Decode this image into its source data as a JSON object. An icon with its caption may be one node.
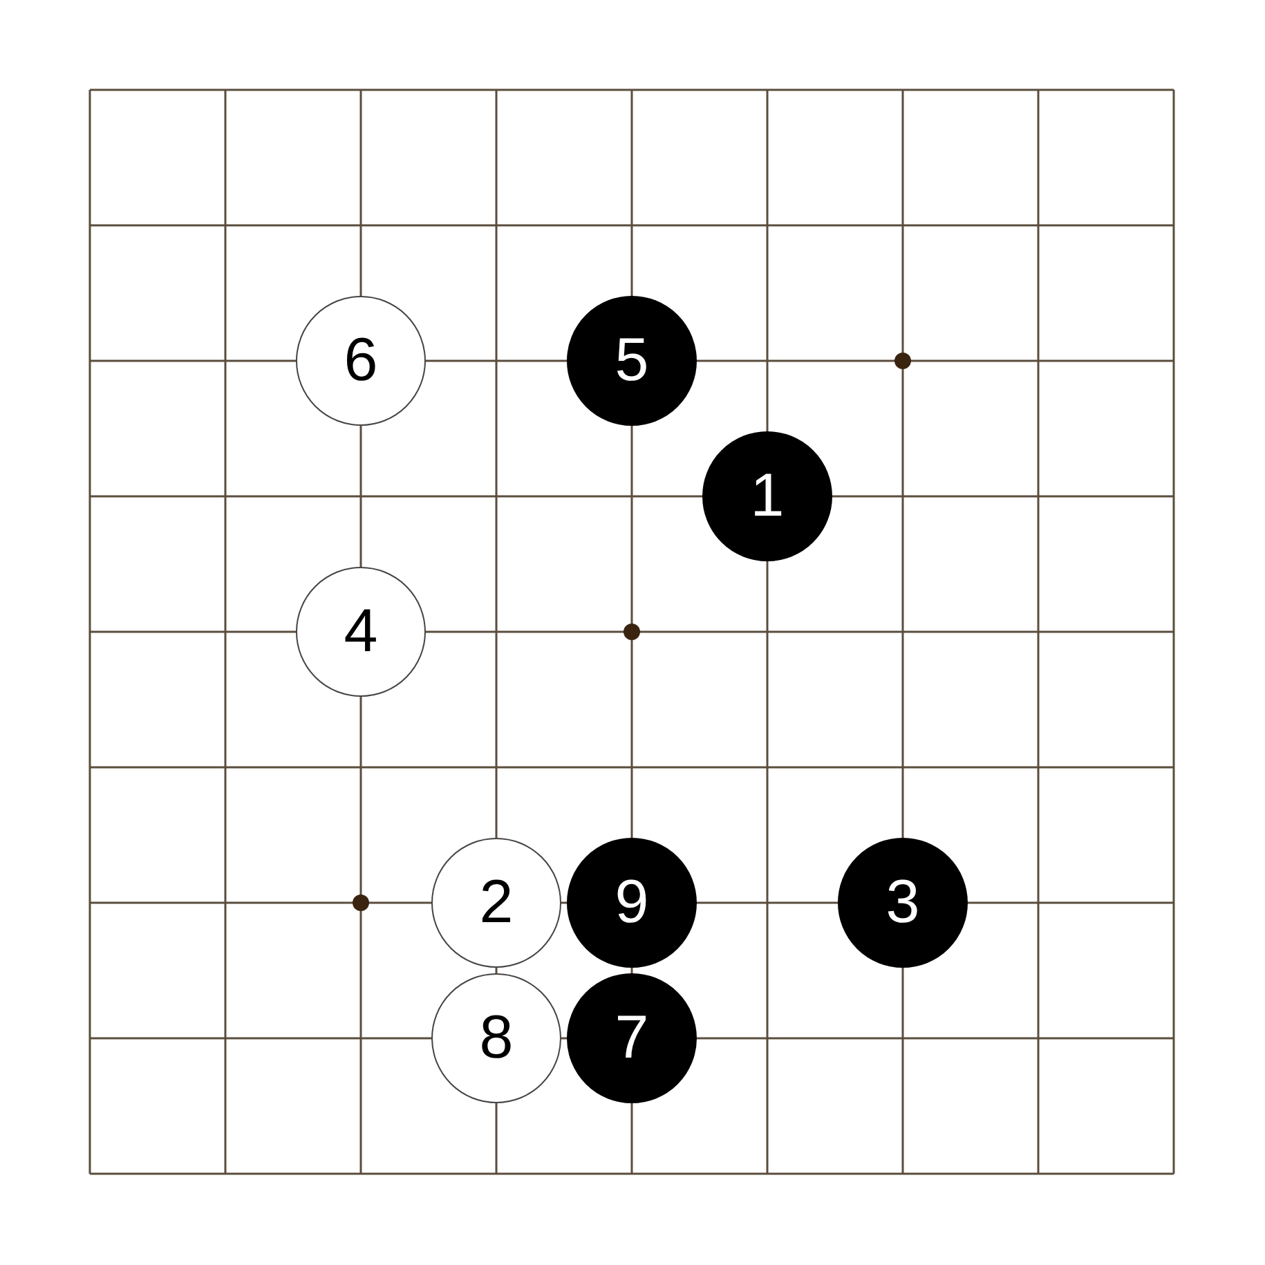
{
  "diagram": {
    "nodes": [
      {
        "text": [
          "6"
        ]
      },
      {
        "text": [
          "5"
        ]
      },
      {
        "text": [
          "1"
        ]
      },
      {
        "text": [
          "4"
        ]
      },
      {
        "text": [
          "2"
        ]
      },
      {
        "text": [
          "9"
        ]
      },
      {
        "text": [
          "3"
        ]
      },
      {
        "text": [
          "8"
        ]
      },
      {
        "text": [
          "7"
        ]
      }
    ]
  }
}
